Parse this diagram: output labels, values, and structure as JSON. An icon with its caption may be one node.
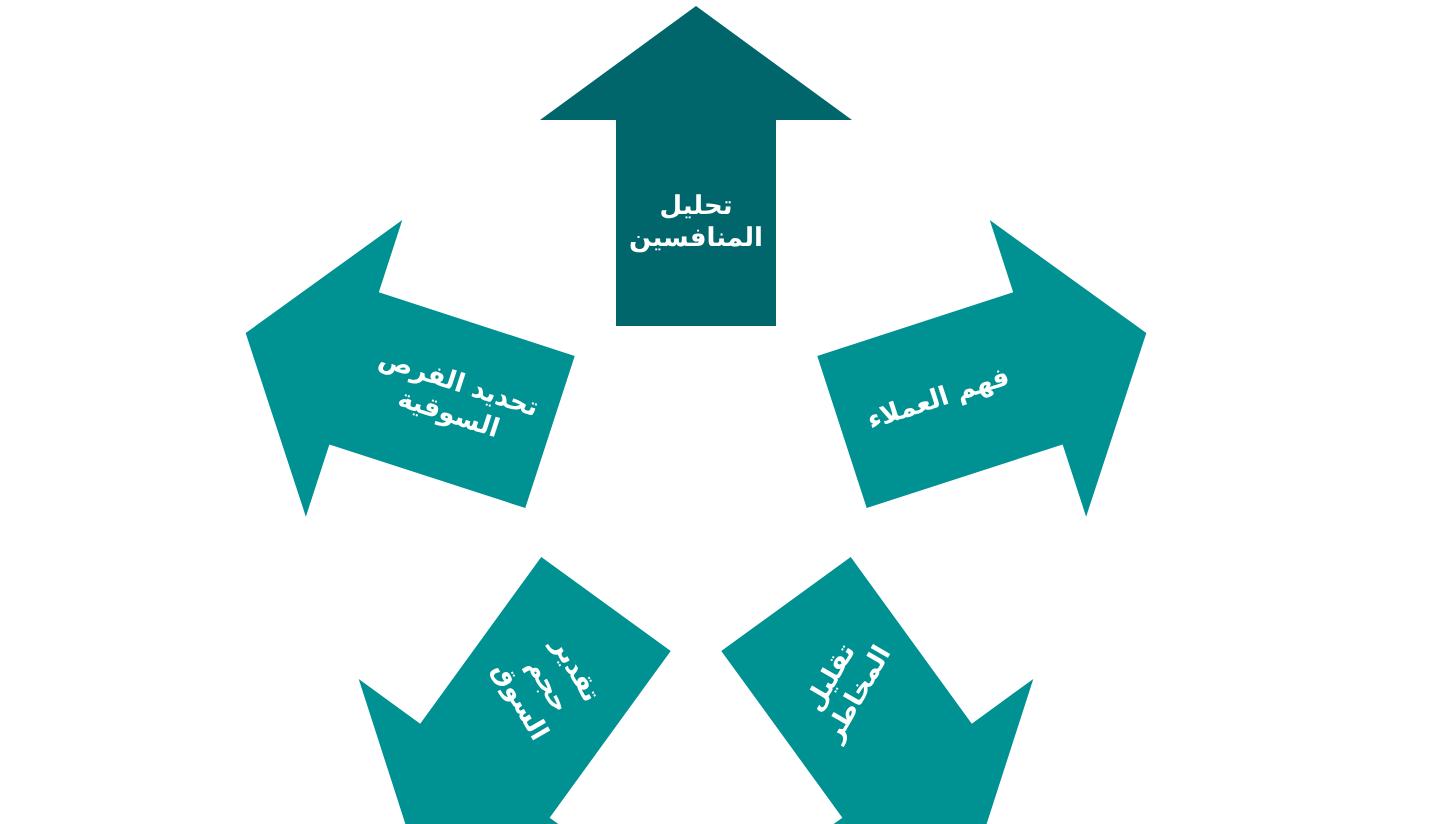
{
  "diagram": {
    "nodes": [
      {
        "text": [
          "تحليل المنافسين"
        ]
      },
      {
        "text": [
          "فهم العملاء"
        ]
      },
      {
        "text": [
          "تقليل المخاطر"
        ]
      },
      {
        "text": [
          "تقدير حجم السوق"
        ]
      },
      {
        "text": [
          "تحديد الفرص السوقية"
        ]
      }
    ]
  }
}
